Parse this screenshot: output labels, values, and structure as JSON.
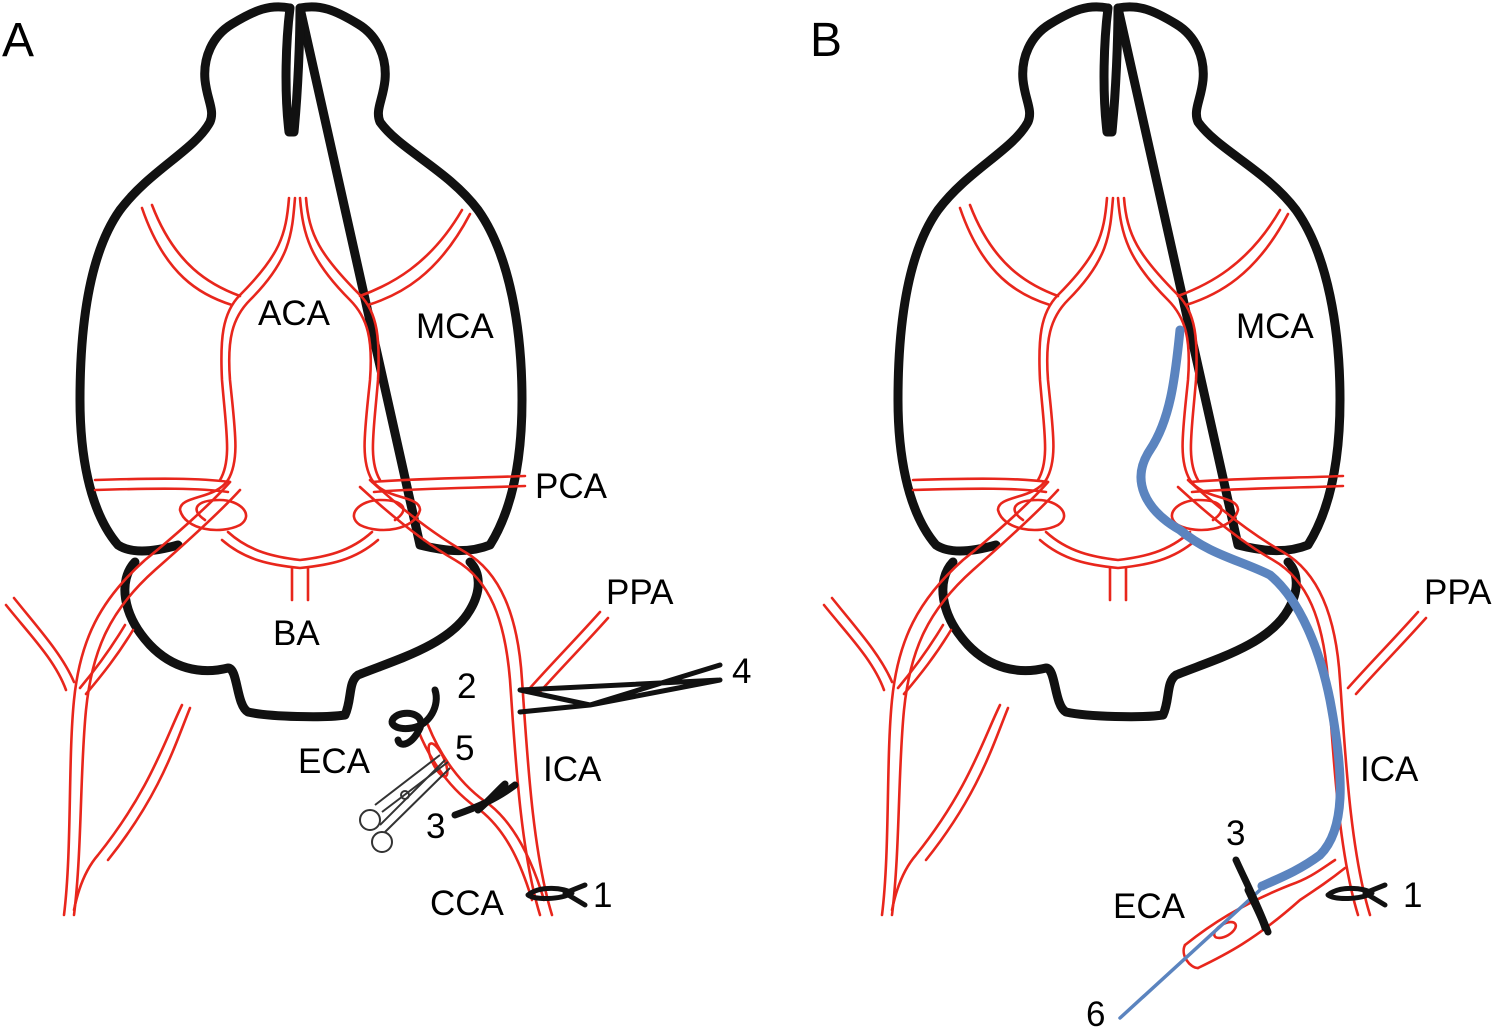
{
  "panels": [
    {
      "letter": "A",
      "labels": {
        "aca": "ACA",
        "mca": "MCA",
        "pca": "PCA",
        "ppa": "PPA",
        "ba": "BA",
        "eca": "ECA",
        "ica": "ICA",
        "cca": "CCA",
        "n1": "1",
        "n2": "2",
        "n3": "3",
        "n4": "4",
        "n5": "5"
      }
    },
    {
      "letter": "B",
      "labels": {
        "mca": "MCA",
        "ppa": "PPA",
        "ica": "ICA",
        "eca": "ECA",
        "n1": "1",
        "n3": "3",
        "n6": "6"
      }
    }
  ],
  "colors": {
    "vessel": "#e8261c",
    "brain": "#111111",
    "filament": "#5b84bf"
  },
  "icons": [
    "scissors-icon"
  ]
}
